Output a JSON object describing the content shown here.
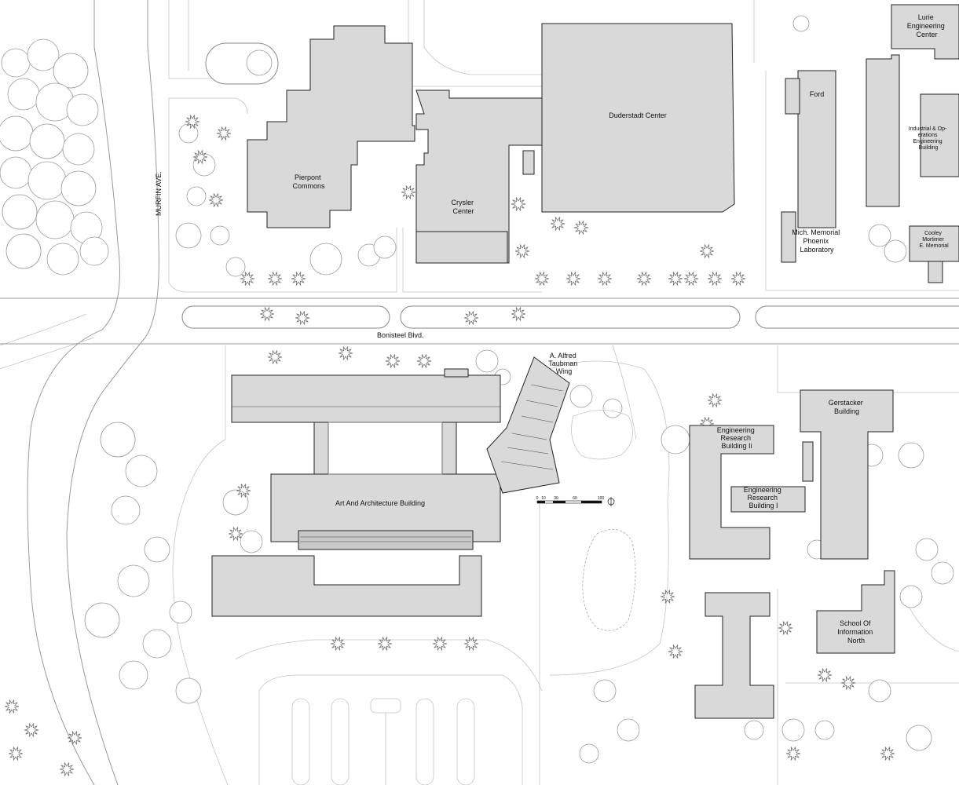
{
  "map": {
    "streets": {
      "murfin": "MURFIN AVE.",
      "bonisteel": "Bonisteel Blvd."
    },
    "buildings": {
      "lurie": [
        "Lurie",
        "Engineering",
        "Center"
      ],
      "ford": [
        "Ford"
      ],
      "duderstadt": [
        "Duderstadt Center"
      ],
      "pierpont": [
        "Pierpont",
        "Commons"
      ],
      "crysler": [
        "Crysler",
        "Center"
      ],
      "ioe": [
        "Industrial & Op-",
        "erations",
        "Engineering",
        "Building"
      ],
      "phoenix": [
        "Mich. Memorial",
        "Phoenix",
        "Laboratory"
      ],
      "cooley": [
        "Cooley",
        "Mortimer",
        "E. Memorial"
      ],
      "taubman": [
        "A. Alfred",
        "Taubman",
        "Wing"
      ],
      "gerstacker": [
        "Gerstacker",
        "Building"
      ],
      "erb2": [
        "Engineering",
        "Research",
        "Building Ii"
      ],
      "erb1": [
        "Engineering",
        "Research",
        "Building I"
      ],
      "artarch": [
        "Art And Architecture Building"
      ],
      "si_north": [
        "School Of",
        "Information",
        "North"
      ]
    },
    "scale_bar": {
      "ticks": [
        "0",
        "10",
        "30",
        "60",
        "100"
      ]
    },
    "colors": {
      "building_fill": "#d9d9d9",
      "outline": "#222222",
      "road": "#9a9a9a",
      "tree": "#9a9a9a"
    }
  }
}
